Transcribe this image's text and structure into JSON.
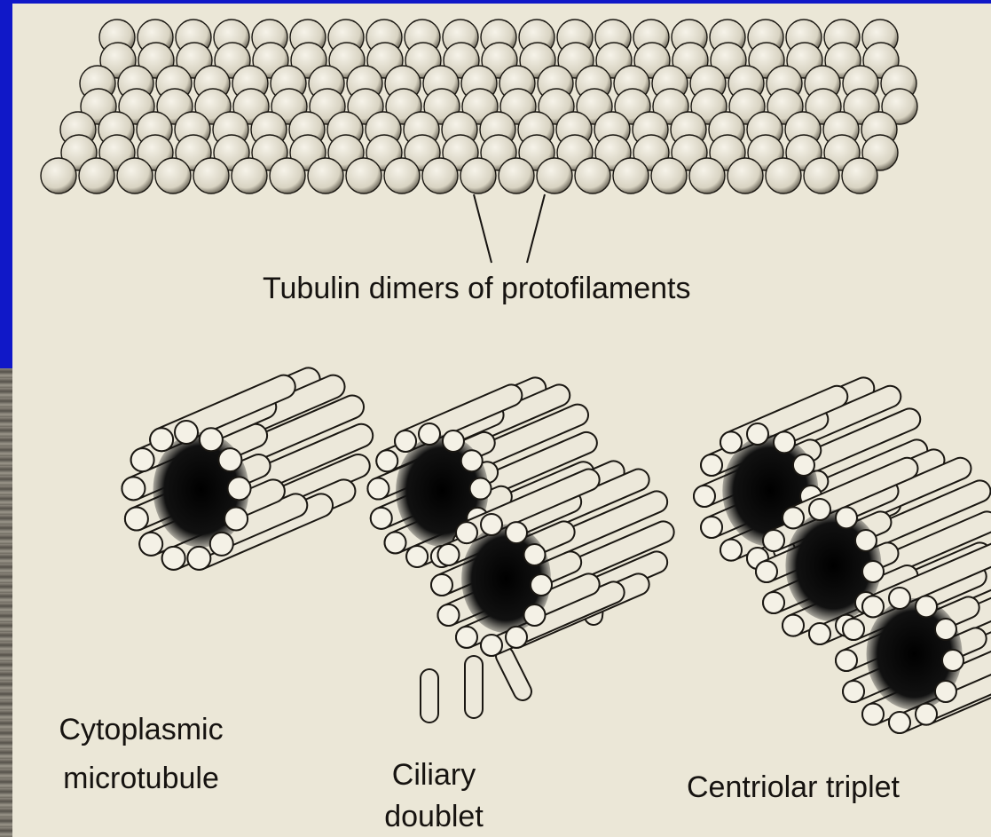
{
  "labels": {
    "tubulin": "Tubulin dimers of protofilaments",
    "cytoplasmic_line1": "Cytoplasmic",
    "cytoplasmic_line2": "microtubule",
    "ciliary_line1": "Ciliary",
    "ciliary_line2": "doublet",
    "centriolar": "Centriolar triplet"
  },
  "colors": {
    "frame": "#1018c8",
    "paper": "#ebe7d7",
    "ink": "#161310",
    "sphere_fill": "#f4f1e6"
  }
}
